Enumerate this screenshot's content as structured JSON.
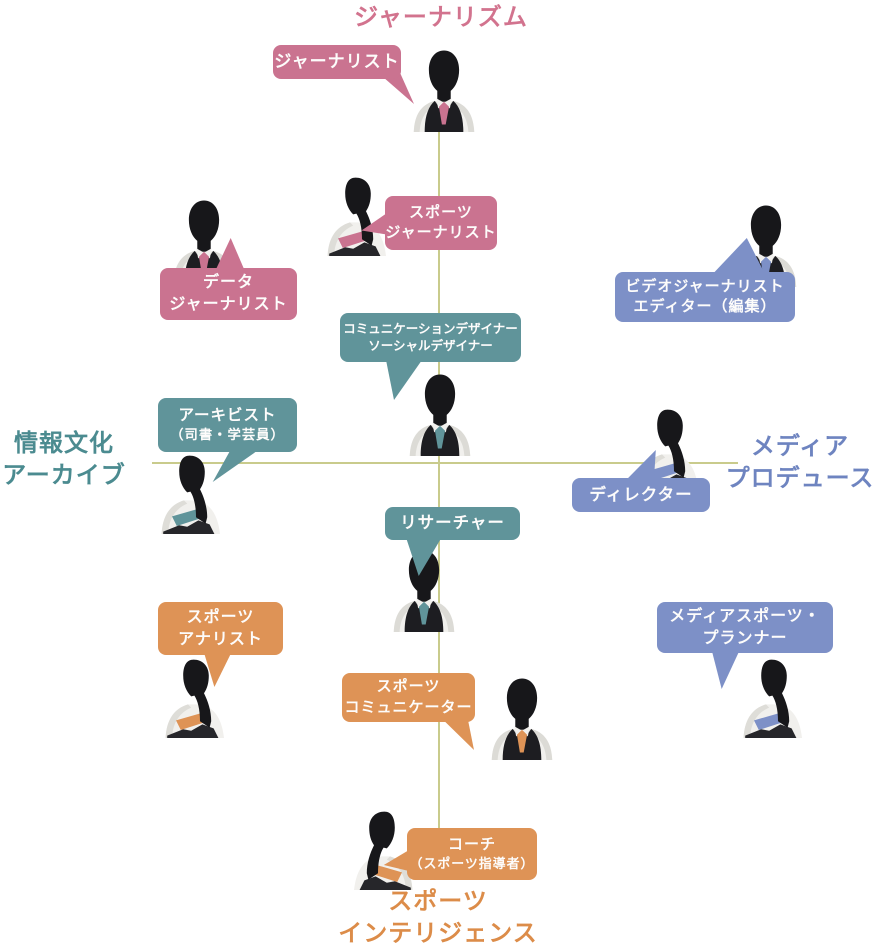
{
  "axis_labels": {
    "top": {
      "text": "ジャーナリズム"
    },
    "left": {
      "line1": "情報文化",
      "line2": "アーカイブ"
    },
    "right": {
      "line1": "メディア",
      "line2": "プロデュース"
    },
    "bottom": {
      "line1": "スポーツ",
      "line2": "インテリジェンス"
    }
  },
  "colors": {
    "pink": "#ca7390",
    "teal": "#60949a",
    "blue": "#7d90c7",
    "orange": "#de9356",
    "pink-text": "#d2738e",
    "teal-text": "#4b8b90",
    "blue-text": "#6e84c0",
    "orange-text": "#dc8c49",
    "axis-line": "#c9cb8c"
  },
  "roles": [
    {
      "label_line1": "ジャーナリスト",
      "category_color": "pink",
      "figure": "male"
    },
    {
      "label_line1": "スポーツ",
      "label_line2": "ジャーナリスト",
      "category_color": "pink",
      "figure": "female"
    },
    {
      "label_line1": "データ",
      "label_line2": "ジャーナリスト",
      "category_color": "pink",
      "figure": "male"
    },
    {
      "label_line1": "ビデオジャーナリスト",
      "label_line2": "エディター（編集）",
      "category_color": "blue",
      "figure": "male"
    },
    {
      "label_line1": "コミュニケーションデザイナー",
      "label_line2": "ソーシャルデザイナー",
      "category_color": "teal",
      "figure": "male"
    },
    {
      "label_line1": "アーキビスト",
      "label_line2": "（司書・学芸員）",
      "category_color": "teal",
      "figure": "female"
    },
    {
      "label_line1": "ディレクター",
      "category_color": "blue",
      "figure": "female"
    },
    {
      "label_line1": "リサーチャー",
      "category_color": "teal",
      "figure": "male"
    },
    {
      "label_line1": "スポーツ",
      "label_line2": "アナリスト",
      "category_color": "orange",
      "figure": "female"
    },
    {
      "label_line1": "メディアスポーツ・",
      "label_line2": "プランナー",
      "category_color": "blue",
      "figure": "female"
    },
    {
      "label_line1": "スポーツ",
      "label_line2": "コミュニケーター",
      "category_color": "orange",
      "figure": "male"
    },
    {
      "label_line1": "コーチ",
      "label_line2": "（スポーツ指導者）",
      "category_color": "orange",
      "figure": "female"
    }
  ]
}
